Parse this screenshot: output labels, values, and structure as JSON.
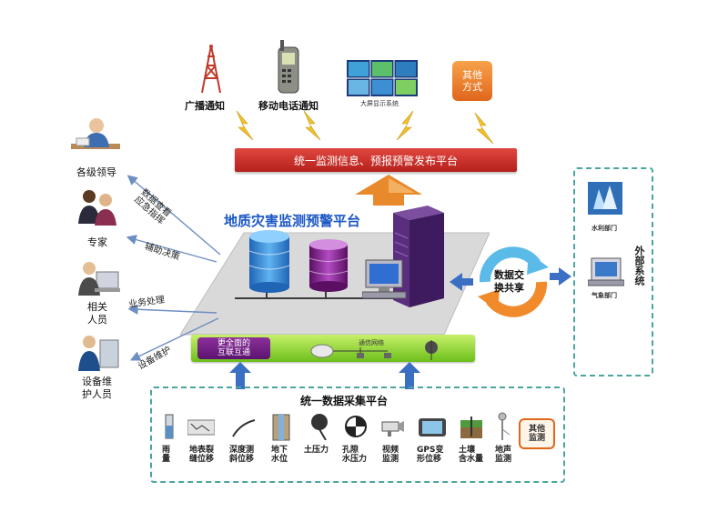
{
  "top_channels": [
    {
      "label": "广播通知",
      "icon": "broadcast-tower-icon"
    },
    {
      "label": "移动电话通知",
      "icon": "mobile-phone-icon"
    },
    {
      "label": "大屏显示系统",
      "icon": "display-wall-icon"
    },
    {
      "label": "其他\n方式",
      "icon": "other-methods-icon"
    }
  ],
  "release_platform": "统一监测信息、预报预警发布平台",
  "main_platform_title": "地质灾害监测预警平台",
  "data_exchange": "数据交\n换共享",
  "external_systems": {
    "title": "外部系统",
    "items": [
      {
        "label": "水利部门",
        "icon": "water-department-icon"
      },
      {
        "label": "气象部门",
        "icon": "weather-department-icon"
      }
    ]
  },
  "users": [
    {
      "label": "各级领导",
      "icon": "leader-icon"
    },
    {
      "label": "专家",
      "icon": "expert-icon"
    },
    {
      "label": "相关\n人员",
      "icon": "staff-icon"
    },
    {
      "label": "设备维\n护人员",
      "icon": "maintenance-icon"
    }
  ],
  "user_arrows": [
    {
      "label": "数据查看\n应急指挥"
    },
    {
      "label": "辅助决策"
    },
    {
      "label": "业务处理"
    },
    {
      "label": "设备维护"
    }
  ],
  "network_bar": {
    "button": "更全面的\n互联互通",
    "network_label": "通信网络"
  },
  "collection_platform": {
    "title": "统一数据采集平台",
    "sensors": [
      {
        "label": "雨\n量",
        "icon": "rain-gauge-icon"
      },
      {
        "label": "地表裂\n缝位移",
        "icon": "crack-displacement-icon"
      },
      {
        "label": "深度测\n斜位移",
        "icon": "inclinometer-icon"
      },
      {
        "label": "地下\n水位",
        "icon": "groundwater-icon"
      },
      {
        "label": "土压力",
        "icon": "soil-pressure-icon"
      },
      {
        "label": "孔隙\n水压力",
        "icon": "pore-pressure-icon"
      },
      {
        "label": "视频\n监测",
        "icon": "camera-icon"
      },
      {
        "label": "GPS变\n形位移",
        "icon": "gps-icon"
      },
      {
        "label": "土壤\n含水量",
        "icon": "soil-moisture-icon"
      },
      {
        "label": "地声\n监测",
        "icon": "acoustic-icon"
      },
      {
        "label": "其他\n监测",
        "icon": "other-monitoring-icon"
      }
    ]
  },
  "colors": {
    "banner_red": "#c8322b",
    "title_blue": "#1a56c4",
    "dashed_teal": "#4aa59e",
    "bar_green": "#8ed43a",
    "arrow_blue": "#3b6fc4",
    "lightning_yellow": "#f2c029"
  }
}
